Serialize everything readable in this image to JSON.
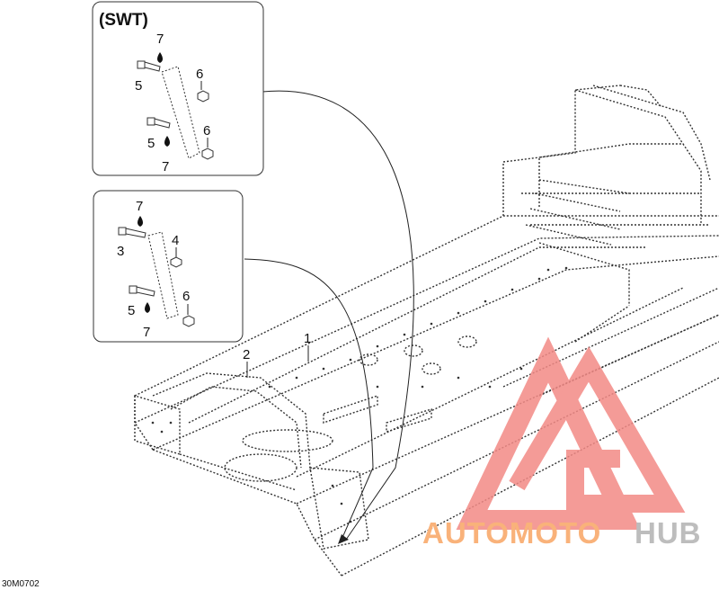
{
  "diagram": {
    "drawing_code": "30M0702",
    "inset_top": {
      "title": "(SWT)",
      "callouts": [
        "7",
        "5",
        "6",
        "5",
        "6",
        "7"
      ]
    },
    "inset_bottom": {
      "callouts": [
        "7",
        "3",
        "4",
        "5",
        "6",
        "7"
      ]
    },
    "main_callouts": [
      "1",
      "2"
    ],
    "watermark": {
      "text_a": "AUTOMOTO",
      "text_b": "HUB",
      "color_a": "#f9b27a",
      "color_b": "#bdbdbd",
      "logo_color": "#f38a86"
    }
  }
}
